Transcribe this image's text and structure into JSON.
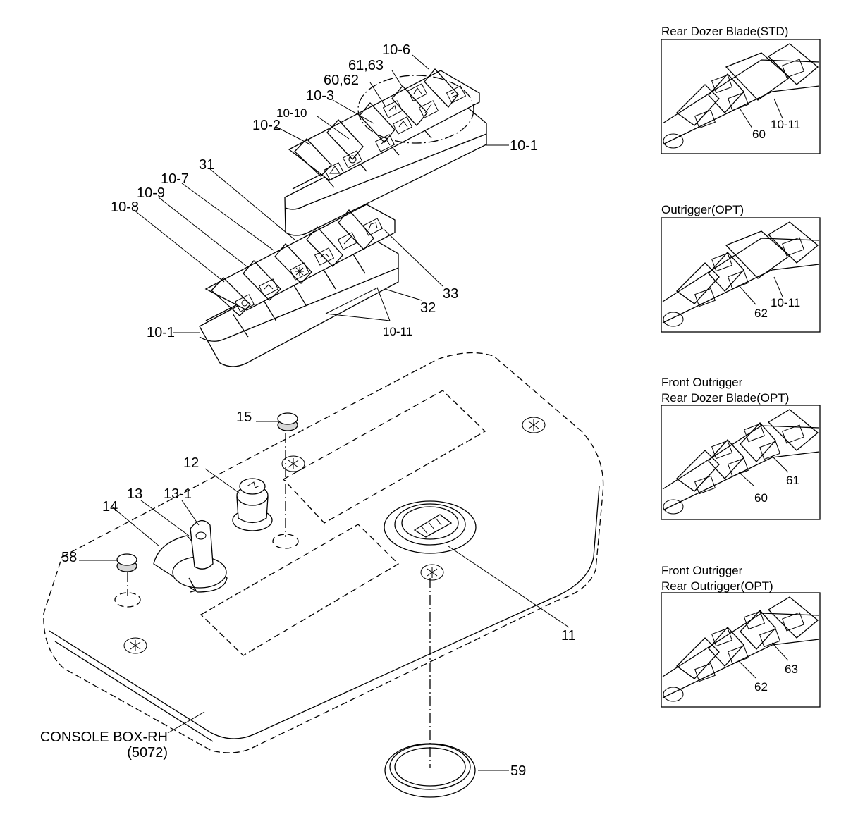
{
  "callouts": {
    "c10_6": "10-6",
    "c61_63": "61,63",
    "c60_62": "60,62",
    "c10_3": "10-3",
    "c10_10": "10-10",
    "c10_2": "10-2",
    "c10_1_top": "10-1",
    "c31": "31",
    "c10_7": "10-7",
    "c10_9": "10-9",
    "c10_8": "10-8",
    "c33": "33",
    "c32": "32",
    "c10_11": "10-11",
    "c10_1_bottom": "10-1",
    "c15": "15",
    "c12": "12",
    "c13": "13",
    "c13_1": "13-1",
    "c14": "14",
    "c58": "58",
    "c11": "11",
    "c59": "59",
    "console_line1": "CONSOLE BOX-RH",
    "console_line2": "(5072)"
  },
  "panels": [
    {
      "title_line1": "Rear Dozer Blade(STD)",
      "title_line2": "",
      "labels": [
        "60",
        "10-11"
      ]
    },
    {
      "title_line1": "Outrigger(OPT)",
      "title_line2": "",
      "labels": [
        "62",
        "10-11"
      ]
    },
    {
      "title_line1": "Front Outrigger",
      "title_line2": "Rear Dozer Blade(OPT)",
      "labels": [
        "60",
        "61"
      ]
    },
    {
      "title_line1": "Front Outrigger",
      "title_line2": "Rear Outrigger(OPT)",
      "labels": [
        "62",
        "63"
      ]
    }
  ]
}
